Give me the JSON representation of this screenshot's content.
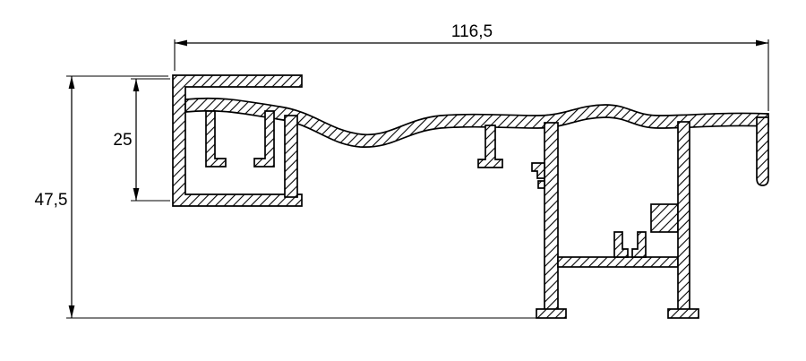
{
  "drawing": {
    "title": "aluminium-profile-cross-section",
    "background_color": "#ffffff",
    "line_color": "#000000",
    "hatch_style": "diagonal-45",
    "dimensions": {
      "top_width": "116,5",
      "chamber_height": "25",
      "overall_height": "47,5"
    }
  }
}
